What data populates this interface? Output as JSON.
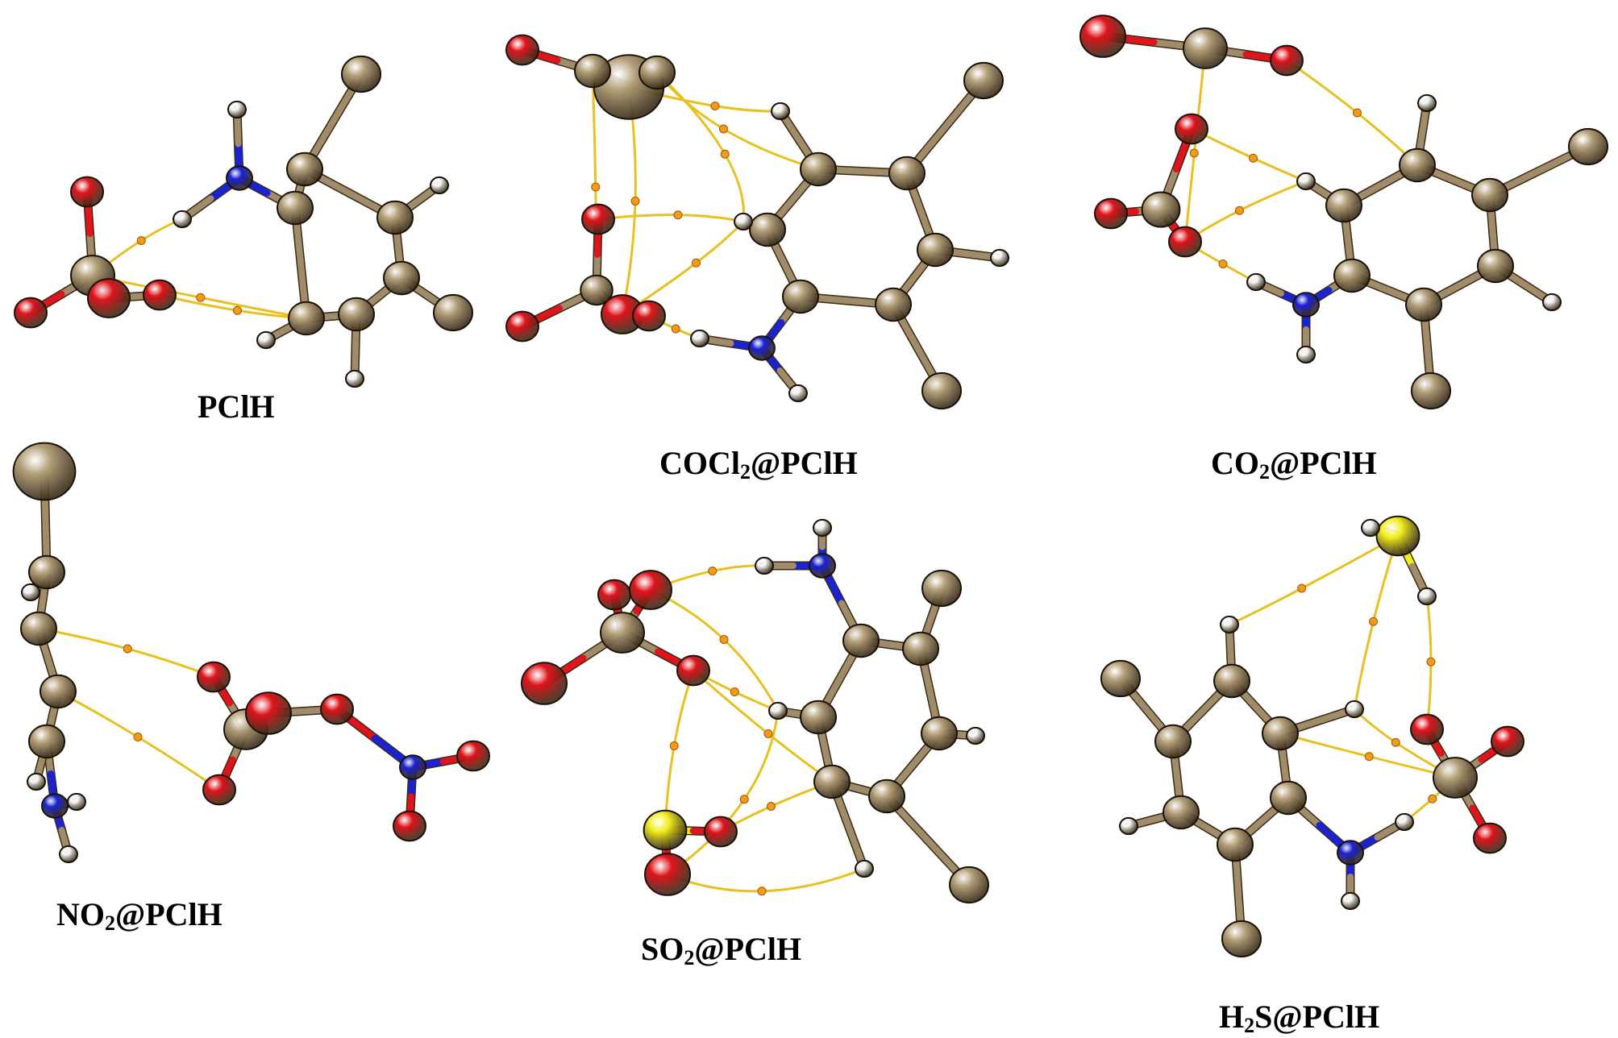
{
  "colors": {
    "carbon": "#b4a07a",
    "chlorine": "#b4a07a",
    "oxygen": "#e0141c",
    "nitrogen": "#1a22d6",
    "hydrogen": "#f4f4f4",
    "sulfur": "#f2ee1a",
    "bond": "#a08c68",
    "interaction_path": "#e8c020",
    "critical_point": "#f29a1a"
  },
  "panels": [
    {
      "id": "pclh",
      "caption": {
        "main": "PClH",
        "parts": [
          {
            "t": "PClH"
          }
        ]
      }
    },
    {
      "id": "cocl2",
      "caption": {
        "parts": [
          {
            "t": "COCl"
          },
          {
            "sub": "2"
          },
          {
            "t": "@PClH"
          }
        ]
      }
    },
    {
      "id": "co2",
      "caption": {
        "parts": [
          {
            "t": "CO"
          },
          {
            "sub": "2"
          },
          {
            "t": "@PClH"
          }
        ]
      }
    },
    {
      "id": "no2",
      "caption": {
        "parts": [
          {
            "t": "NO"
          },
          {
            "sub": "2"
          },
          {
            "t": "@PClH"
          }
        ]
      }
    },
    {
      "id": "so2",
      "caption": {
        "parts": [
          {
            "t": "SO"
          },
          {
            "sub": "2"
          },
          {
            "t": "@PClH"
          }
        ]
      }
    },
    {
      "id": "h2s",
      "caption": {
        "parts": [
          {
            "t": "H"
          },
          {
            "sub": "2"
          },
          {
            "t": "S@PClH"
          }
        ]
      }
    }
  ],
  "captions": {
    "pclh": "PClH",
    "cocl2": "COCl2@PClH",
    "co2": "CO2@PClH",
    "no2": "NO2@PClH",
    "so2": "SO2@PClH",
    "h2s": "H2S@PClH"
  }
}
